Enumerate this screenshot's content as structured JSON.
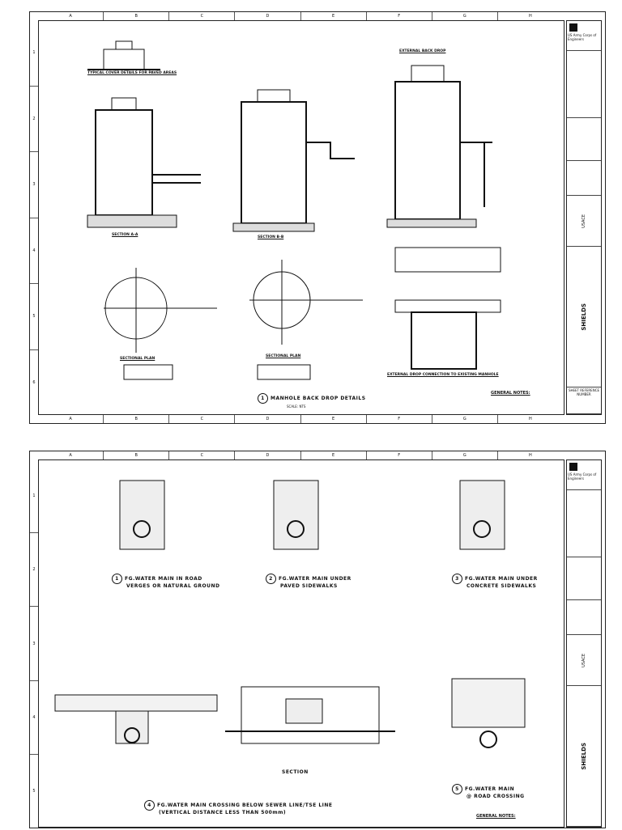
{
  "columns": [
    "A",
    "B",
    "C",
    "D",
    "E",
    "F",
    "G",
    "H"
  ],
  "rows": [
    "1",
    "2",
    "3",
    "4",
    "5",
    "6"
  ],
  "org": {
    "name": "US Army Corps of Engineers",
    "short": "USACE"
  },
  "sheet1": {
    "main_title": "MANHOLE BACK DROP DETAILS",
    "main_number": "1",
    "scale": "SCALE: NTS",
    "labels": {
      "typical": "TYPICAL COVER DETAILS FOR PAVED AREAS",
      "section_a": "SECTION A-A",
      "section_b": "SECTION B-B",
      "external": "EXTERNAL BACK DROP",
      "plan1": "SECTIONAL PLAN",
      "plan2": "SECTIONAL PLAN",
      "external2": "EXTERNAL DROP CONNECTION TO EXISTING MANHOLE"
    },
    "notes_title": "GENERAL NOTES:",
    "title_vertical": "SHIELDS",
    "ref_label": "SHEET REFERENCE NUMBER"
  },
  "sheet2": {
    "details": [
      {
        "num": "1",
        "title": "FG.WATER MAIN IN ROAD",
        "sub": "VERGES OR NATURAL GROUND"
      },
      {
        "num": "2",
        "title": "FG.WATER MAIN UNDER",
        "sub": "PAVED SIDEWALKS"
      },
      {
        "num": "3",
        "title": "FG.WATER MAIN UNDER",
        "sub": "CONCRETE SIDEWALKS"
      },
      {
        "num": "4",
        "title": "FG.WATER MAIN CROSSING BELOW SEWER LINE/TSE LINE",
        "sub": "(VERTICAL DISTANCE LESS THAN 500mm)"
      },
      {
        "num": "5",
        "title": "FG.WATER MAIN",
        "sub": "@ ROAD CROSSING"
      }
    ],
    "section_label": "SECTION",
    "notes_title": "GENERAL NOTES:",
    "title_vertical": "SHIELDS"
  }
}
